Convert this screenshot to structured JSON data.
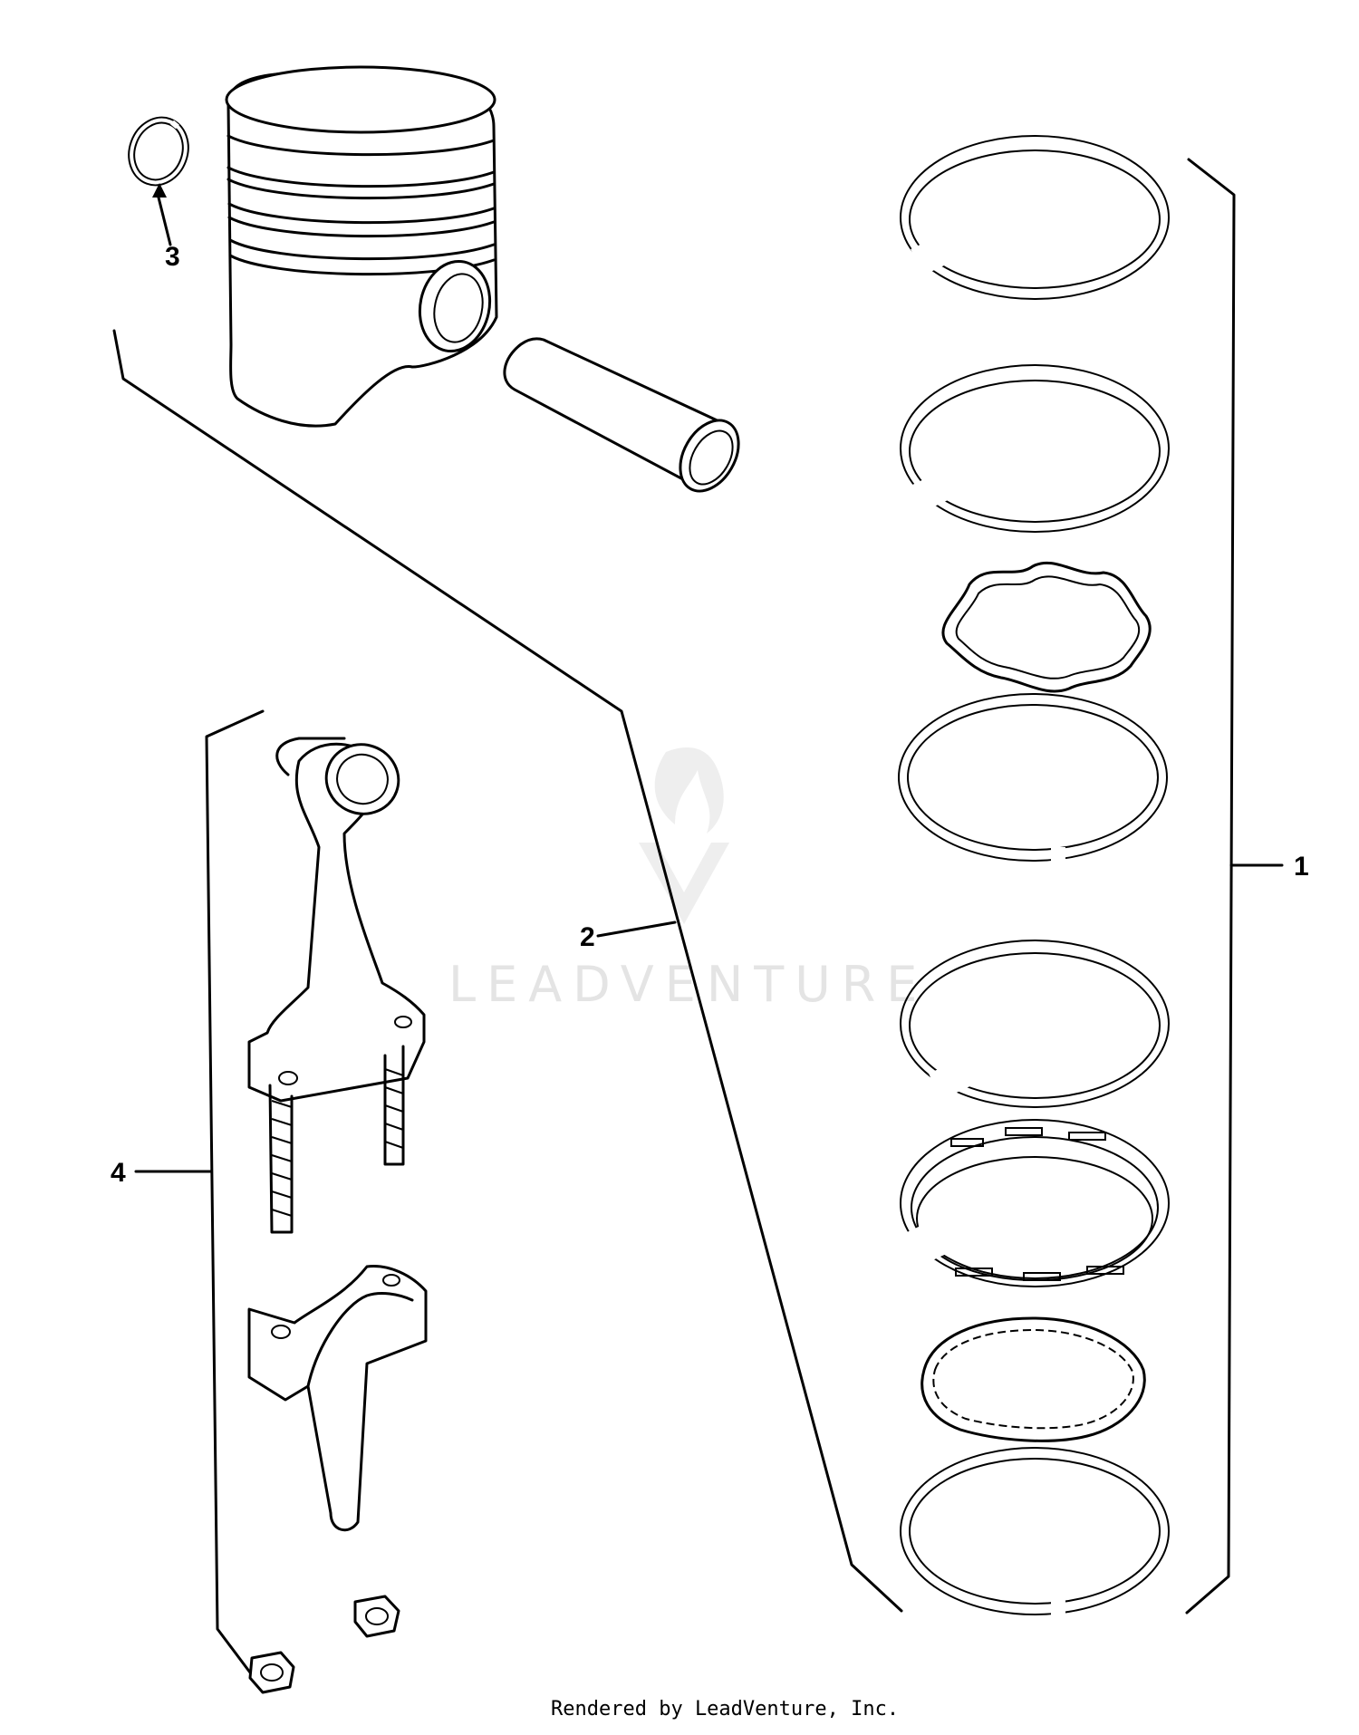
{
  "callouts": {
    "c1": "1",
    "c2": "2",
    "c3": "3",
    "c4": "4"
  },
  "watermark": {
    "text": "LEADVENTURE"
  },
  "footer": {
    "rendered_by": "Rendered by LeadVenture, Inc."
  }
}
